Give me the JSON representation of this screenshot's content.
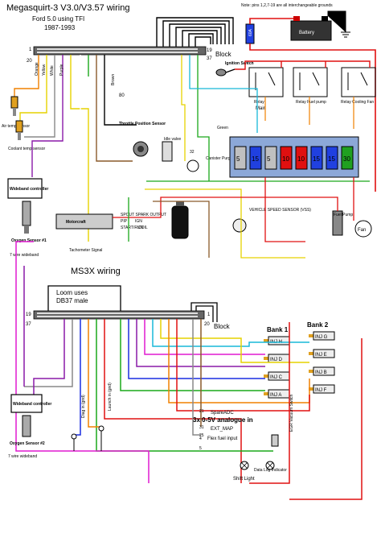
{
  "title": {
    "line1": "Megasquirt-3 V3.0/V3.57 wiring",
    "line2": "Ford 5.0 using TFI",
    "line3": "1987-1993"
  },
  "note": "Note: pins 1,2,7-19 are all interchangeable grounds",
  "top_connector": {
    "pin1": "1",
    "pin20": "20",
    "pin19": "19",
    "pin37": "37",
    "block_label": "Block"
  },
  "mid_connector": {
    "pin19": "19",
    "pin37": "37",
    "pin1": "1",
    "pin20": "20",
    "block_label": "Block"
  },
  "battery_label": "Battery",
  "fuse_main_label": "60A",
  "ignition_switch_label": "Ignition Switch",
  "relays": {
    "main": "Main",
    "fuel": "Relay Fuel pump",
    "fan": "Relay Cooling Fan",
    "main_relay_label": "Relay"
  },
  "wire_labels": {
    "orange": "Orange",
    "yellow": "Yellow",
    "white": "White",
    "purple": "Purple",
    "brown": "Brown",
    "green": "Green",
    "num80": "80",
    "num32": "32"
  },
  "sensors": {
    "air_temp": "Air temp sensor",
    "coolant_temp": "Coolant temp sensor",
    "tps": "Throttle Position Sensor",
    "idle_valve": "Idle valve",
    "canister": "Canister Purge Solenoid",
    "vss": "VEHICLE SPEED SENSOR (VSS)",
    "fuel_pump": "Fuel Pump",
    "fan": "Fan"
  },
  "wideband1": {
    "box": "Wideband controller",
    "o2": "Oxygen Sensor #1",
    "wire": "7 wire wideband"
  },
  "wideband2": {
    "box": "Wideband controller",
    "o2": "Oxygen Sensor #2",
    "wire": "7 wire wideband"
  },
  "tfi": {
    "module": "Motorcraft",
    "spout": "SPOUT SPARK OUTPUT",
    "pip": "PIP",
    "ign": "IGN",
    "coil": "COIL",
    "start": "START/RUN"
  },
  "tachometer": "Tachometer Signal",
  "ms3x_title": "MS3X wiring",
  "loom": {
    "line1": "Loom uses",
    "line2": "DB37 male"
  },
  "fuses": [
    "5",
    "15",
    "5",
    "10",
    "10",
    "15",
    "15",
    "30"
  ],
  "bank1": {
    "title": "Bank 1",
    "inj": [
      "INJ H",
      "INJ D",
      "INJ C",
      "INJ A"
    ]
  },
  "bank2": {
    "title": "Bank 2",
    "inj": [
      "INJ G",
      "INJ E",
      "INJ B",
      "INJ F"
    ]
  },
  "bottom": {
    "diag": "Diag in (gnd)",
    "launch": "Launch in (gnd)",
    "spare_adc": "SpareADC",
    "analogue": "3x 0-5V analogue in",
    "ext_map": "EXT_MAP",
    "flex": "Flex fuel input",
    "egr": "EGR Vacuum Switch",
    "shift_light": "Shift Light",
    "data_log": "Data Log Indicator",
    "pin21": "21",
    "pin31": "31",
    "pin25": "25",
    "pin4": "4",
    "pin5": "5"
  },
  "colors": {
    "red": "#e01010",
    "green": "#1aa81a",
    "blue": "#1a2de0",
    "yellow": "#e6d200",
    "orange": "#f08000",
    "purple": "#8a1aa8",
    "magenta": "#e01ad0",
    "cyan": "#18b8d8",
    "pink": "#f080b0",
    "brown": "#8a5a2a",
    "grey": "#888888"
  }
}
